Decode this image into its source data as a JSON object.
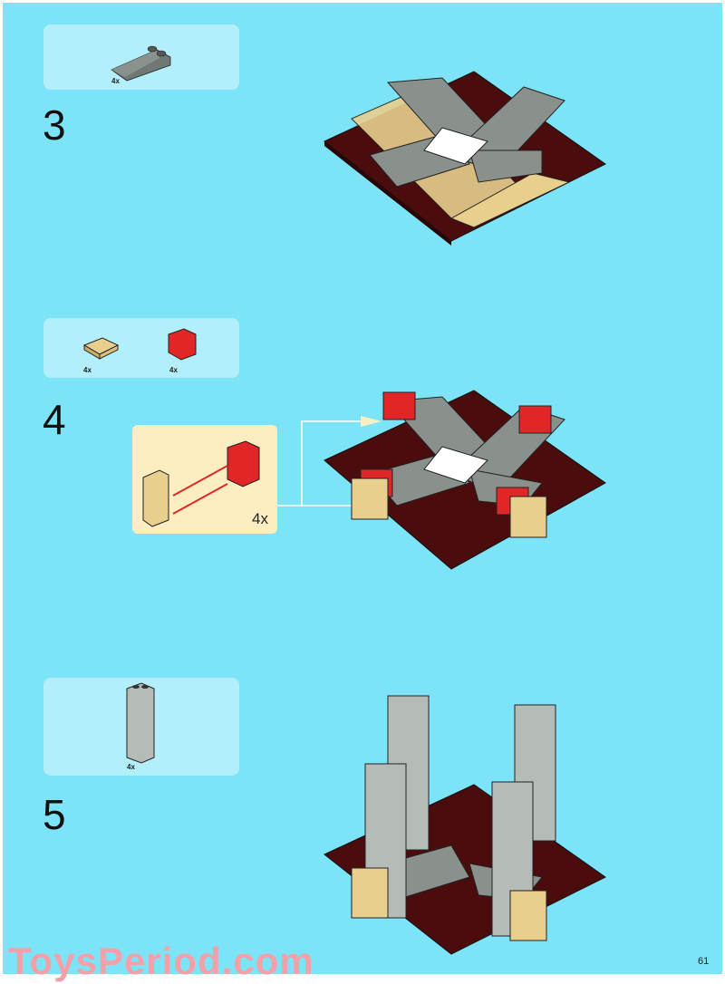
{
  "steps": [
    {
      "number": "3",
      "parts": [
        {
          "name": "slope-brick-dark-grey",
          "qty": "4x"
        }
      ]
    },
    {
      "number": "4",
      "parts": [
        {
          "name": "plate-2x2-tan",
          "qty": "4x"
        },
        {
          "name": "bracket-red",
          "qty": "4x"
        }
      ],
      "callout_qty": "4x"
    },
    {
      "number": "5",
      "parts": [
        {
          "name": "brick-1x2x5-light-grey",
          "qty": "4x"
        }
      ]
    }
  ],
  "watermark": "ToysPeriod.com",
  "page_number": "61",
  "colors": {
    "background": "#7de4f8",
    "parts_box": "#b3eefb",
    "callout": "#fdeec1",
    "plate": "#4a0c0c",
    "tan": "#e8cf8e",
    "red": "#e02626",
    "grey": "#8a918d"
  }
}
